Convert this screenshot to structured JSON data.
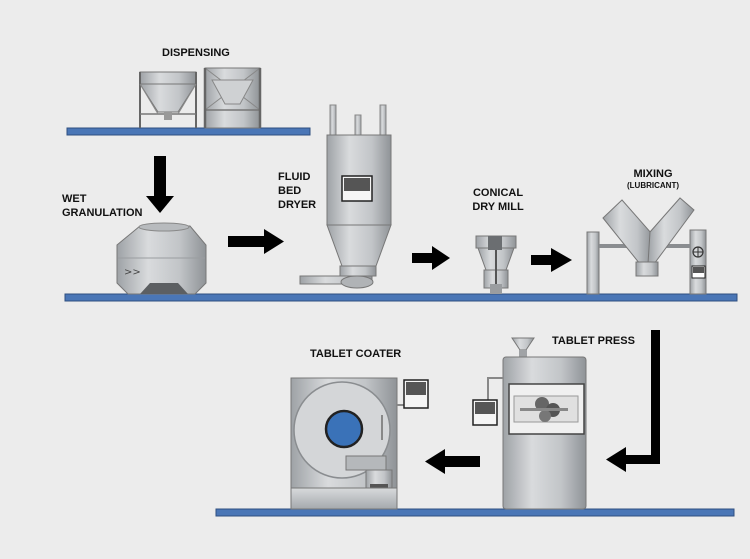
{
  "labels": {
    "dispensing": "DISPENSING",
    "wet_granulation_1": "WET",
    "wet_granulation_2": "GRANULATION",
    "fluid_bed_dryer_1": "FLUID",
    "fluid_bed_dryer_2": "BED",
    "fluid_bed_dryer_3": "DRYER",
    "conical_dry_mill_1": "CONICAL",
    "conical_dry_mill_2": "DRY MILL",
    "mixing": "MIXING",
    "mixing_sub": "(LUBRICANT)",
    "tablet_press": "TABLET PRESS",
    "tablet_coater": "TABLET COATER"
  },
  "colors": {
    "background": "#ececec",
    "conveyor": "#4a76b6",
    "equipment": "#c3c6c9",
    "equipment_dark": "#8e9194",
    "arrow": "#000000",
    "coater_window": "#3a72b8"
  }
}
